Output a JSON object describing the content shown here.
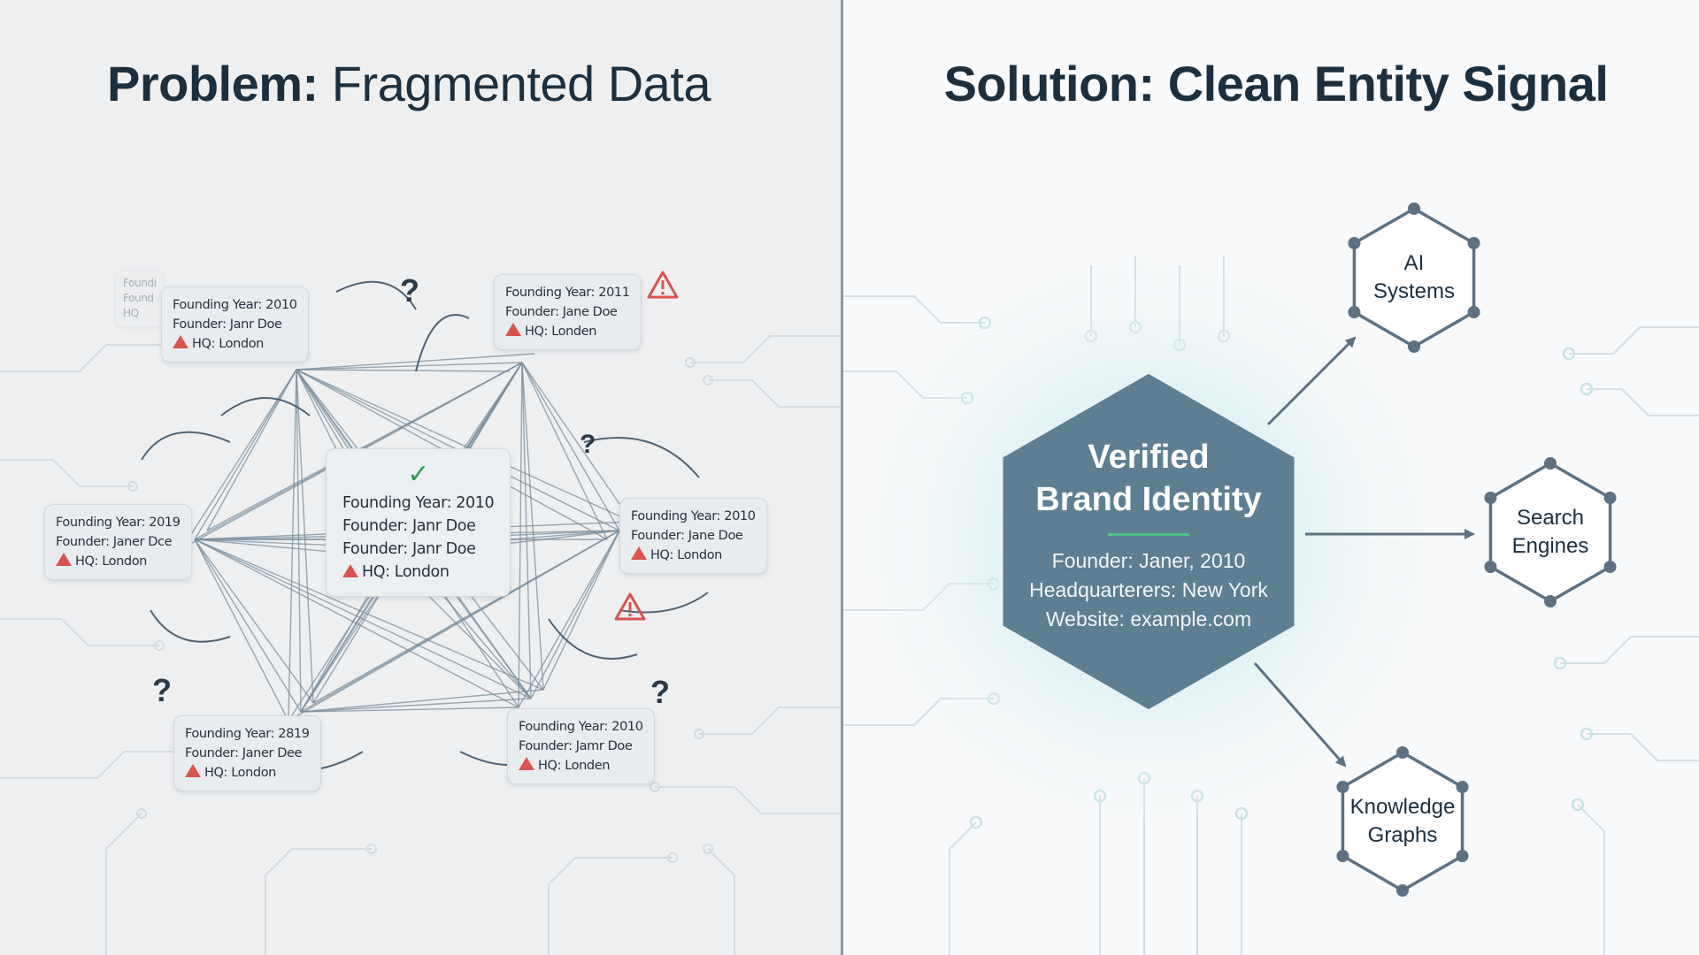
{
  "problem": {
    "title_bold": "Problem:",
    "title_rest": " Fragmented Data",
    "ghost_card": [
      "Foundi",
      "Found",
      "HQ"
    ],
    "center_card": {
      "lines": [
        "Founding Year: 2010",
        "Founder: Janr Doe",
        "Founder: Janr Doe"
      ],
      "hq": "HQ: London"
    },
    "cards": [
      {
        "founding": "Founding Year: 2010",
        "founder": "Founder: Janr Doe",
        "hq": "HQ: London"
      },
      {
        "founding": "Founding Year: 2011",
        "founder": "Founder: Jane Doe",
        "hq": "HQ: Londen"
      },
      {
        "founding": "Founding Year: 2019",
        "founder": "Founder: Janer Dce",
        "hq": "HQ: London"
      },
      {
        "founding": "Founding Year: 2010",
        "founder": "Founder: Jane Doe",
        "hq": "HQ: London"
      },
      {
        "founding": "Founding Year: 2819",
        "founder": "Founder: Janer Dee",
        "hq": "HQ: London"
      },
      {
        "founding": "Founding Year: 2010",
        "founder": "Founder: Jamr Doe",
        "hq": "HQ: Londen"
      }
    ],
    "question_mark": "?",
    "check_mark": "✓"
  },
  "solution": {
    "title": "Solution: Clean Entity Signal",
    "hub": {
      "title_line1": "Verified",
      "title_line2": "Brand Identity",
      "founder": "Founder: Janer, 2010",
      "headquarters": "Headquarterers: New York",
      "website": "Website: example.com"
    },
    "targets": [
      {
        "line1": "AI",
        "line2": "Systems"
      },
      {
        "line1": "Search",
        "line2": "Engines"
      },
      {
        "line1": "Knowledge",
        "line2": "Graphs"
      }
    ]
  },
  "colors": {
    "left_background": "#eeeff0",
    "right_background": "#f7f9fa",
    "divider": "#8a98a4",
    "title_text": "#1c2f3e",
    "hub_fill": "#5e7e92",
    "hub_rule": "#4fc38a",
    "warning": "#d9534f",
    "check": "#2e9e58",
    "connector_lines": "#7a8d9c"
  },
  "icons": [
    "warning-triangle-icon",
    "question-mark-icon",
    "checkmark-icon"
  ]
}
